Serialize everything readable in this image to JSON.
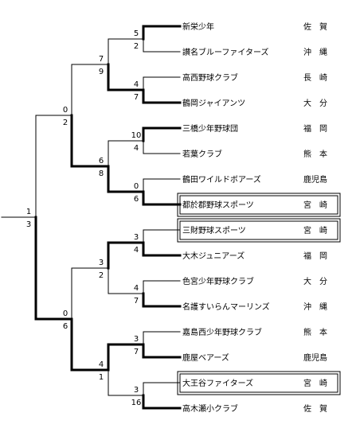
{
  "teams": [
    {
      "name": "新栄少年",
      "pref": "佐　賀"
    },
    {
      "name": "讃名ブルーファイターズ",
      "pref": "沖　縄"
    },
    {
      "name": "高西野球クラブ",
      "pref": "長　崎"
    },
    {
      "name": "鶴岡ジャイアンツ",
      "pref": "大　分"
    },
    {
      "name": "三橋少年野球団",
      "pref": "福　岡"
    },
    {
      "name": "若葉クラブ",
      "pref": "熊　本"
    },
    {
      "name": "鶴田ワイルドボアーズ",
      "pref": "鹿児島"
    },
    {
      "name": "都於郡野球スポーツ",
      "pref": "宮　崎"
    },
    {
      "name": "三財野球スポーツ",
      "pref": "宮　崎"
    },
    {
      "name": "大木ジュニアーズ",
      "pref": "福　岡"
    },
    {
      "name": "色宮少年野球クラブ",
      "pref": "大　分"
    },
    {
      "name": "名護すいらんマーリンズ",
      "pref": "沖　縄"
    },
    {
      "name": "嘉島西少年野球クラブ",
      "pref": "熊　本"
    },
    {
      "name": "鹿屋ベアーズ",
      "pref": "鹿児島"
    },
    {
      "name": "大王谷ファイターズ",
      "pref": "宮　崎"
    },
    {
      "name": "高木瀬小クラブ",
      "pref": "佐　賀"
    }
  ],
  "boxed_teams": [
    7,
    8,
    14
  ],
  "rounds": {
    "r1": [
      {
        "top": "5",
        "bottom": "2",
        "winner": 0
      },
      {
        "top": "4",
        "bottom": "7",
        "winner": 1
      },
      {
        "top": "10",
        "bottom": "4",
        "winner": 0
      },
      {
        "top": "0",
        "bottom": "6",
        "winner": 1
      },
      {
        "top": "3",
        "bottom": "4",
        "winner": 1
      },
      {
        "top": "4",
        "bottom": "7",
        "winner": 1
      },
      {
        "top": "3",
        "bottom": "7",
        "winner": 1
      },
      {
        "top": "3",
        "bottom": "16",
        "winner": 1
      }
    ],
    "r2": [
      {
        "top": "7",
        "bottom": "9",
        "winner": 1
      },
      {
        "top": "6",
        "bottom": "8",
        "winner": 1
      },
      {
        "top": "3",
        "bottom": "2",
        "winner": 0
      },
      {
        "top": "4",
        "bottom": "1",
        "winner": 0
      }
    ],
    "r3": [
      {
        "top": "0",
        "bottom": "2",
        "winner": 1
      },
      {
        "top": "0",
        "bottom": "6",
        "winner": 1
      }
    ],
    "final": {
      "top": "1",
      "bottom": "3",
      "winner": 1
    }
  }
}
